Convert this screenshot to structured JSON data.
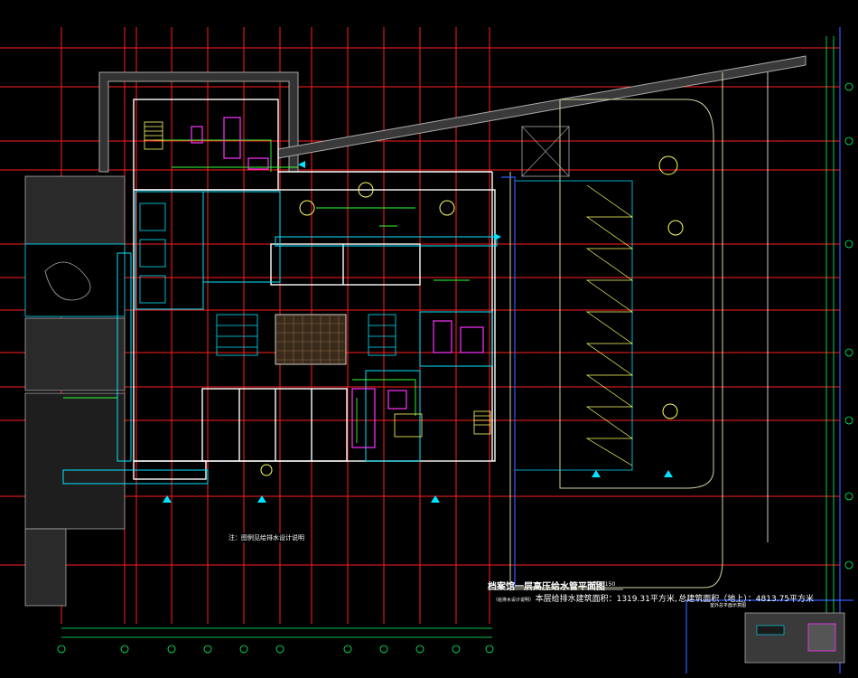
{
  "drawing": {
    "title": "档案馆一层高压给水管平面图",
    "scale": "比例 1:150",
    "note_prefix": "（给排水设计说明）",
    "note_area": "本层给排水建筑面积：1319.31平方米,",
    "note_total": "总建筑面积（地上）：4813.75平方米",
    "legend_tag": "注：图例见给排水设计说明",
    "keyplan_label": "室外总平面示意图"
  },
  "colors": {
    "background": "#000000",
    "grid_axis": "#ff1e1e",
    "walls": "#ffffff",
    "room_outline": "#00e5ff",
    "pipe": "#33ff33",
    "equipment": "#ff33ff",
    "dimension": "#00ff66",
    "border": "#2f5bff",
    "hatch": "#aaaaaa"
  }
}
